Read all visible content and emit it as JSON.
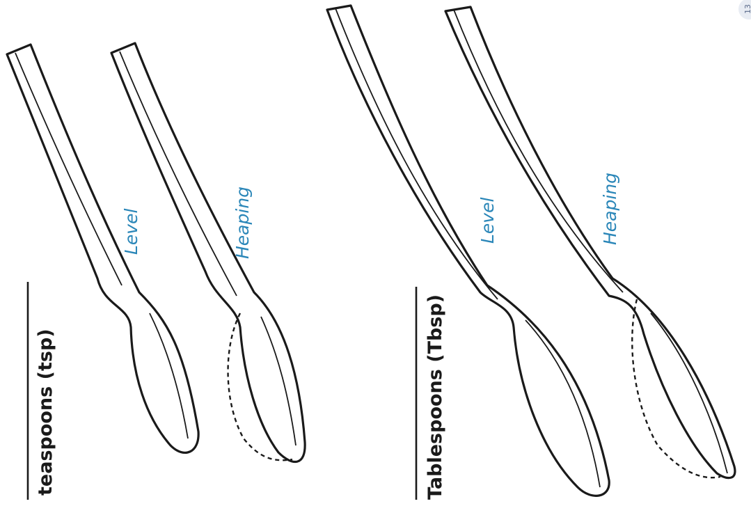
{
  "headings": {
    "teaspoons": "teaspoons (tsp)",
    "tablespoons": "Tablespoons (Tbsp)"
  },
  "labels": {
    "level": "Level",
    "heaping": "Heaping"
  },
  "page_number": "13",
  "colors": {
    "label": "#2a86b8",
    "line": "#1a1a1a",
    "badge": "#e8ecf3"
  }
}
